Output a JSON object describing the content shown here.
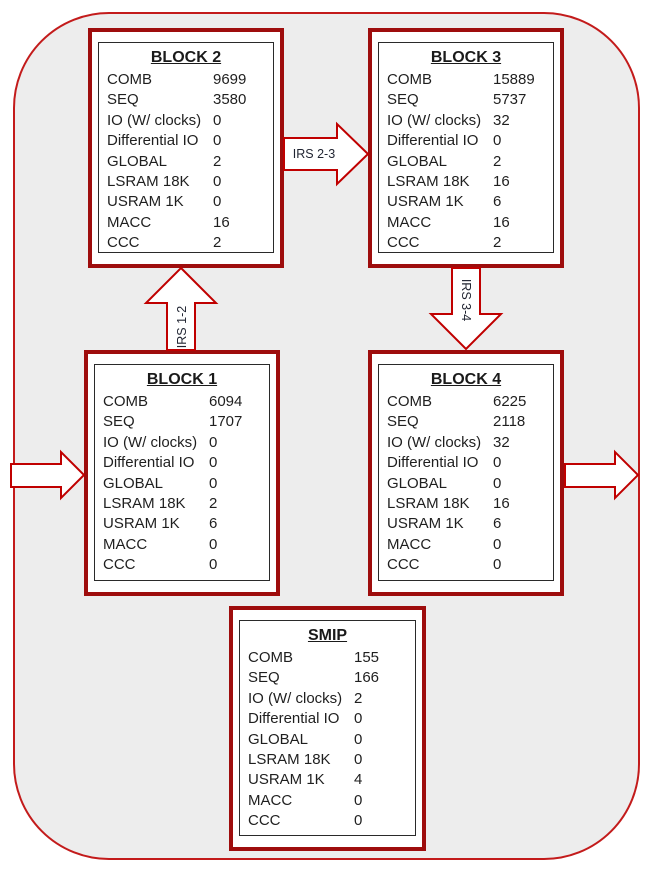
{
  "canvas": {
    "bg_outer": "#ffffff",
    "bg_inner": "#ededed",
    "outline_color": "#c31b1b",
    "block_border_color": "#9e0d0d",
    "arrow_stroke_color": "#c00000"
  },
  "row_labels": [
    "COMB",
    "SEQ",
    "IO (W/ clocks)",
    "Differential IO",
    "GLOBAL",
    "LSRAM 18K",
    "USRAM 1K",
    "MACC",
    "CCC"
  ],
  "blocks": {
    "block1": {
      "title": "BLOCK 1",
      "values": [
        "6094",
        "1707",
        "0",
        "0",
        "0",
        "2",
        "6",
        "0",
        "0"
      ]
    },
    "block2": {
      "title": "BLOCK 2",
      "values": [
        "9699",
        "3580",
        "0",
        "0",
        "2",
        "0",
        "0",
        "16",
        "2"
      ]
    },
    "block3": {
      "title": "BLOCK 3",
      "values": [
        "15889",
        "5737",
        "32",
        "0",
        "2",
        "16",
        "6",
        "16",
        "2"
      ]
    },
    "block4": {
      "title": "BLOCK 4",
      "values": [
        "6225",
        "2118",
        "32",
        "0",
        "0",
        "16",
        "6",
        "0",
        "0"
      ]
    },
    "smip": {
      "title": "SMIP",
      "values": [
        "155",
        "166",
        "2",
        "0",
        "0",
        "0",
        "4",
        "0",
        "0"
      ]
    }
  },
  "arrows": {
    "irs12": {
      "label": "IRS 1-2",
      "direction": "up"
    },
    "irs23": {
      "label": "IRS 2-3",
      "direction": "right"
    },
    "irs34": {
      "label": "IRS 3-4",
      "direction": "down"
    },
    "input": {
      "direction": "right"
    },
    "output": {
      "direction": "right"
    }
  }
}
